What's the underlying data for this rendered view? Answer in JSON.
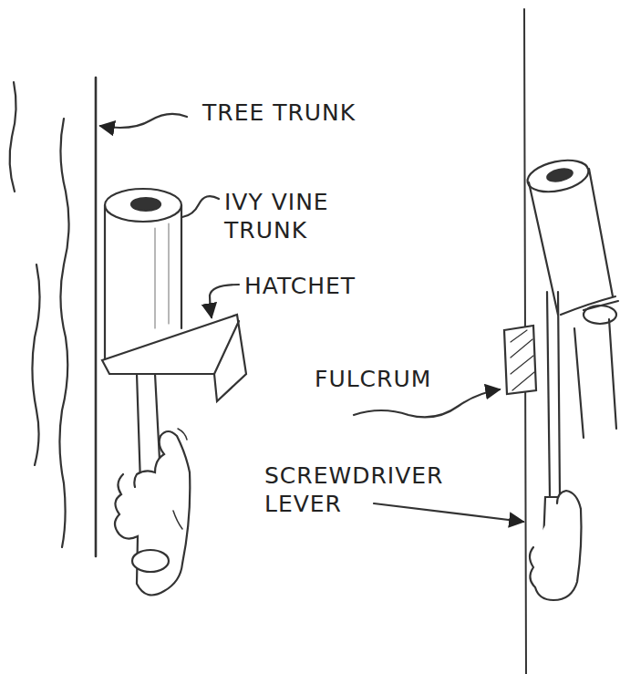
{
  "diagram": {
    "labels": [
      "TREE TRUNK",
      "IVY VINE TRUNK",
      "HATCHET",
      "FULCRUM",
      "SCREWDRIVER LEVER"
    ]
  }
}
